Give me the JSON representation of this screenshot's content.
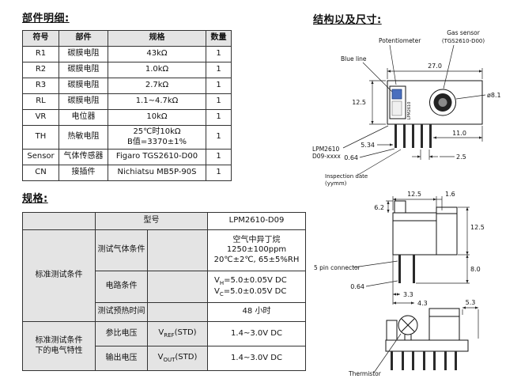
{
  "parts": {
    "title": "部件明细:",
    "headers": [
      "符号",
      "部件",
      "规格",
      "数量"
    ],
    "rows": [
      {
        "sym": "R1",
        "part": "碳膜电阻",
        "spec": "43kΩ",
        "qty": "1"
      },
      {
        "sym": "R2",
        "part": "碳膜电阻",
        "spec": "1.0kΩ",
        "qty": "1"
      },
      {
        "sym": "R3",
        "part": "碳膜电阻",
        "spec": "2.7kΩ",
        "qty": "1"
      },
      {
        "sym": "RL",
        "part": "碳膜电阻",
        "spec": "1.1~4.7kΩ",
        "qty": "1"
      },
      {
        "sym": "VR",
        "part": "电位器",
        "spec": "10kΩ",
        "qty": "1"
      },
      {
        "sym": "TH",
        "part": "热敏电阻",
        "spec": "25℃时10kΩ",
        "spec2": "B值=3370±1%",
        "qty": "1"
      },
      {
        "sym": "Sensor",
        "part": "气体传感器",
        "spec": "Figaro TGS2610-D00",
        "qty": "1"
      },
      {
        "sym": "CN",
        "part": "接插件",
        "spec": "Nichiatsu MB5P-90S",
        "qty": "1"
      }
    ]
  },
  "specs": {
    "title": "规格:",
    "model_label": "型号",
    "model_value": "LPM2610-D09",
    "std_cond_label": "标准测试条件",
    "gas_label": "测试气体条件",
    "gas_value_line1": "空气中异丁烷",
    "gas_value_line2": "1250±100ppm",
    "gas_value_line3": "20℃±2℃, 65±5%RH",
    "circuit_label": "电路条件",
    "vh": {
      "pre": "V",
      "sub": "H",
      "rest": "=5.0±0.05V DC"
    },
    "vc": {
      "pre": "V",
      "sub": "C",
      "rest": "=5.0±0.05V DC"
    },
    "preheat_label": "测试预热时间",
    "preheat_value": "48 小时",
    "elec_label_line1": "标准测试条件",
    "elec_label_line2": "下的电气特性",
    "ref_label": "参比电压",
    "vref": {
      "pre": "V",
      "sub": "REF",
      "rest": "(STD)"
    },
    "ref_value": "1.4~3.0V DC",
    "out_label": "输出电压",
    "vout": {
      "pre": "V",
      "sub": "OUT",
      "rest": "(STD)"
    },
    "out_value": "1.4~3.0V DC"
  },
  "structure": {
    "title": "结构以及尺寸:",
    "top_view": {
      "label_potentiometer": "Potentiometer",
      "label_gas_sensor_1": "Gas sensor",
      "label_gas_sensor_2": "(TGS2610-D00)",
      "label_blue_line": "Blue line",
      "dim_width": "27.0",
      "dim_height": "12.5",
      "dim_diameter": "ø8.1",
      "marking_line1": "LPM2610",
      "marking_line2": "D09-xxxx",
      "device_marking": "LPM2610",
      "dim_pin_span": "5.34",
      "dim_right": "11.0",
      "dim_pin_width": "0.64",
      "dim_pin_pitch": "2.5",
      "label_inspection_1": "Inspection date",
      "label_inspection_2": "(yymm)"
    },
    "side_view": {
      "dim_top_width": "12.5",
      "dim_cap": "1.6",
      "dim_knob": "6.2",
      "dim_can_height": "12.5",
      "dim_pin_length": "8.0",
      "label_connector": "5 pin connector",
      "dim_pin_width": "0.64",
      "dim_pin_offset1": "3.3",
      "dim_pin_offset2": "4.3"
    },
    "front_view": {
      "dim_overhang": "5.3",
      "label_thermistor": "Thermistor"
    }
  }
}
